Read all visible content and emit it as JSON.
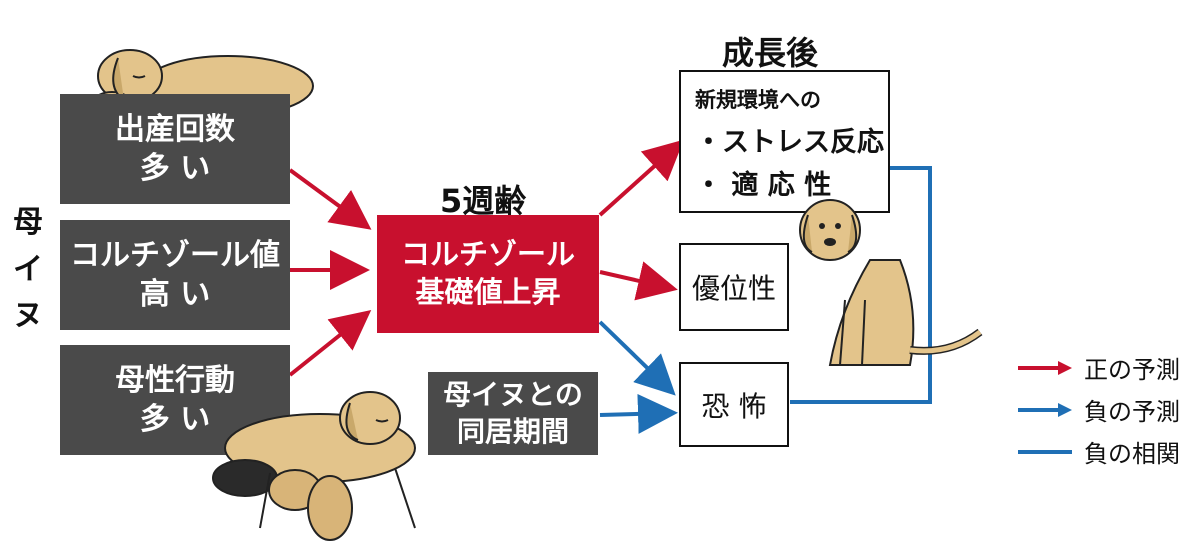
{
  "mother_dog": {
    "vertical_label": [
      "母",
      "イ",
      "ヌ"
    ]
  },
  "left_factors": [
    {
      "line1": "出産回数",
      "line2": "多 い"
    },
    {
      "line1": "コルチゾール値",
      "line2": "高 い"
    },
    {
      "line1": "母性行動",
      "line2": "多 い"
    }
  ],
  "center": {
    "heading": "5週齢",
    "line1": "コルチゾール",
    "line2": "基礎値上昇"
  },
  "cohabitation": {
    "line1": "母イヌとの",
    "line2": "同居期間"
  },
  "after_growth": {
    "heading": "成長後",
    "box_title": "新規環境への",
    "item1": "・ストレス反応",
    "item2": "・ 適 応 性"
  },
  "dominance": {
    "label": "優位性"
  },
  "fear": {
    "label": "恐 怖"
  },
  "legend": {
    "positive": "正の予測",
    "negative": "負の予測",
    "negative_correlation": "負の相関"
  },
  "colors": {
    "red": "#c8102e",
    "blue": "#1f6fb5",
    "dark_box": "#4a4a4a",
    "dog_fur": "#e3c48b"
  }
}
